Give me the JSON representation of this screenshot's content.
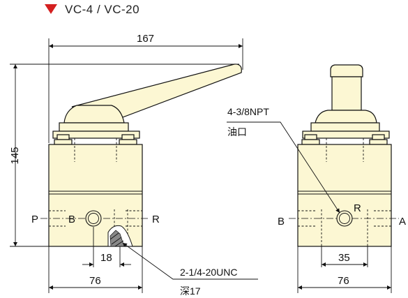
{
  "title": "VC-4 / VC-20",
  "colors": {
    "body_fill": "#fcf7d3",
    "line": "#111111",
    "marker": "#d42020"
  },
  "icons": {
    "title_marker": "red-triangle-down"
  },
  "front_view": {
    "dim_width_overall": "167",
    "dim_height": "145",
    "dim_port_center": "18",
    "dim_body_width": "76",
    "port_p": "P",
    "port_b": "B",
    "port_r": "R",
    "thread_note": "2-1/4-20UNC",
    "depth_note": "深17"
  },
  "side_view": {
    "pipe_note": "4-3/8NPT",
    "pipe_sub": "油口",
    "port_b": "B",
    "port_r": "R",
    "port_a": "A",
    "dim_port_spacing": "35",
    "dim_body_width": "76"
  }
}
